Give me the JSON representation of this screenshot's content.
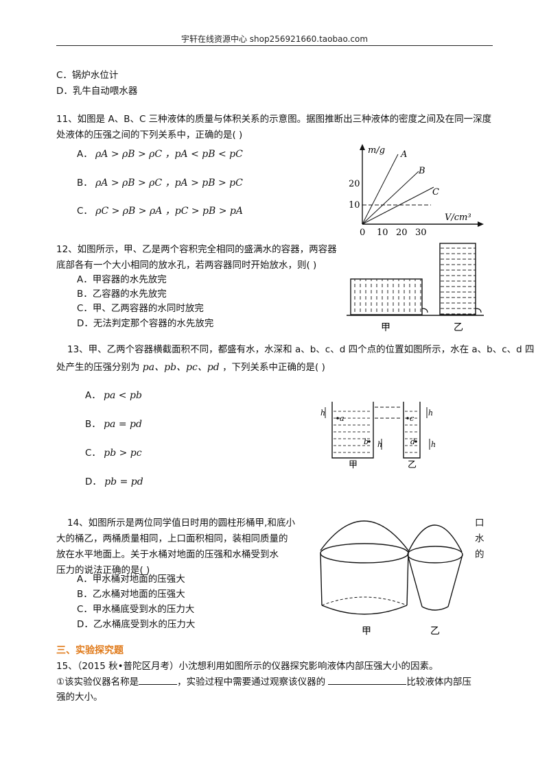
{
  "header": {
    "text": "宇轩在线资源中心    shop256921660.taobao.com"
  },
  "prev_options": {
    "c": "C．锅炉水位计",
    "d": "D．乳牛自动喂水器"
  },
  "q11": {
    "line1": "11、如图是 A、B、C 三种液体的质量与体积关系的示意图。据图推断出三种液体的密度之间及在同一深度",
    "line2": "处液体的压强之间的下列关系中，正确的是(     )",
    "options": [
      {
        "label": "A．",
        "expr": "ρA > ρB > ρC ，pA < pB < pC"
      },
      {
        "label": "B．",
        "expr": "ρA > ρB > ρC ，pA > pB > pC"
      },
      {
        "label": "C．",
        "expr": "ρC > ρB > ρA ，pC > pB > pA"
      }
    ],
    "graph": {
      "ylabel": "m/g",
      "xlabel": "V/cm³",
      "y_ticks": [
        "10",
        "20"
      ],
      "x_ticks": [
        "0",
        "10",
        "20",
        "30"
      ],
      "lines": [
        "A",
        "B",
        "C"
      ]
    }
  },
  "q12": {
    "line1": "12、如图所示，甲、乙是两个容积完全相同的盛满水的容器，两容器",
    "line2": "底部各有一个大小相同的放水孔，若两容器同时开始放水，则(     )",
    "options": [
      "A．甲容器的水先放完",
      "B．乙容器的水先放完",
      "C．甲、乙两容器的水同时放完",
      "D．无法判定那个容器的水先放完"
    ],
    "fig_labels": [
      "甲",
      "乙"
    ]
  },
  "q13": {
    "line1": "13、甲、乙两个容器横截面积不同，都盛有水，水深和 a、b、c、d 四个点的位置如图所示，水在 a、b、c、d 四",
    "line2_pre": "处产生的压强分别为",
    "line2_vars": "pa、pb、pc、pd",
    "line2_post": "，下列关系中正确的是(     )",
    "options": [
      {
        "label": "A．",
        "expr": "pa < pb"
      },
      {
        "label": "B．",
        "expr": "pa = pd"
      },
      {
        "label": "C．",
        "expr": "pb > pc"
      },
      {
        "label": "D．",
        "expr": "pb = pd"
      }
    ],
    "fig_labels": {
      "h": "h",
      "a": "a",
      "b": "b",
      "c": "c",
      "d": "d",
      "jia": "甲",
      "yi": "乙"
    }
  },
  "q14": {
    "line1": "14、如图所示是两位同学值日时用的圆柱形桶甲,和底小",
    "line2": "大的桶乙，两桶质量相同，上口面积相同，装相同质量的",
    "line3": "放在水平地面上。关于水桶对地面的压强和水桶受到水",
    "line4": "压力的说法正确的是(     )",
    "side": [
      "口",
      "水",
      "的"
    ],
    "options": [
      "A．甲水桶对地面的压强大",
      "B．乙水桶对地面的压强大",
      "C．甲水桶底受到水的压力大",
      "D．乙水桶底受到水的压力大"
    ],
    "fig_labels": [
      "甲",
      "乙"
    ]
  },
  "section3": {
    "title": "三、实验探究题"
  },
  "q15": {
    "line1": "15、（2015 秋•普陀区月考）小沈想利用如图所示的仪器探究影响液体内部压强大小的因素。",
    "line2_a": "①该实验仪器名称是",
    "line2_b": "，实验过程中需要通过观察该仪器的",
    "line2_c": "比较液体内部压",
    "line3": "强的大小。"
  },
  "colors": {
    "section": "#e07a1a",
    "text": "#111111"
  }
}
